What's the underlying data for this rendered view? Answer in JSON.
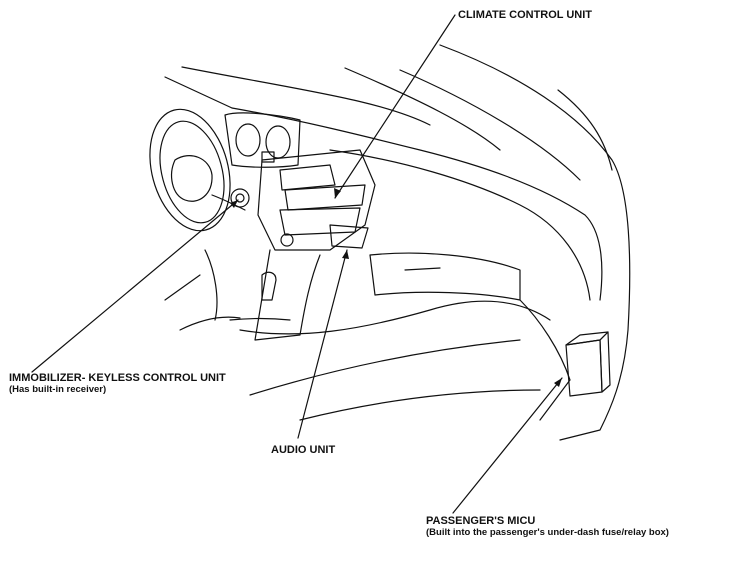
{
  "labels": {
    "climate_control": "CLIMATE CONTROL UNIT",
    "immobilizer": "IMMOBILIZER- KEYLESS CONTROL UNIT",
    "immobilizer_note": "(Has built-in receiver)",
    "audio": "AUDIO UNIT",
    "micu": "PASSENGER'S MICU",
    "micu_note": "(Built into the passenger's under-dash fuse/relay box)"
  },
  "colors": {
    "line": "#111111",
    "background": "#ffffff"
  }
}
